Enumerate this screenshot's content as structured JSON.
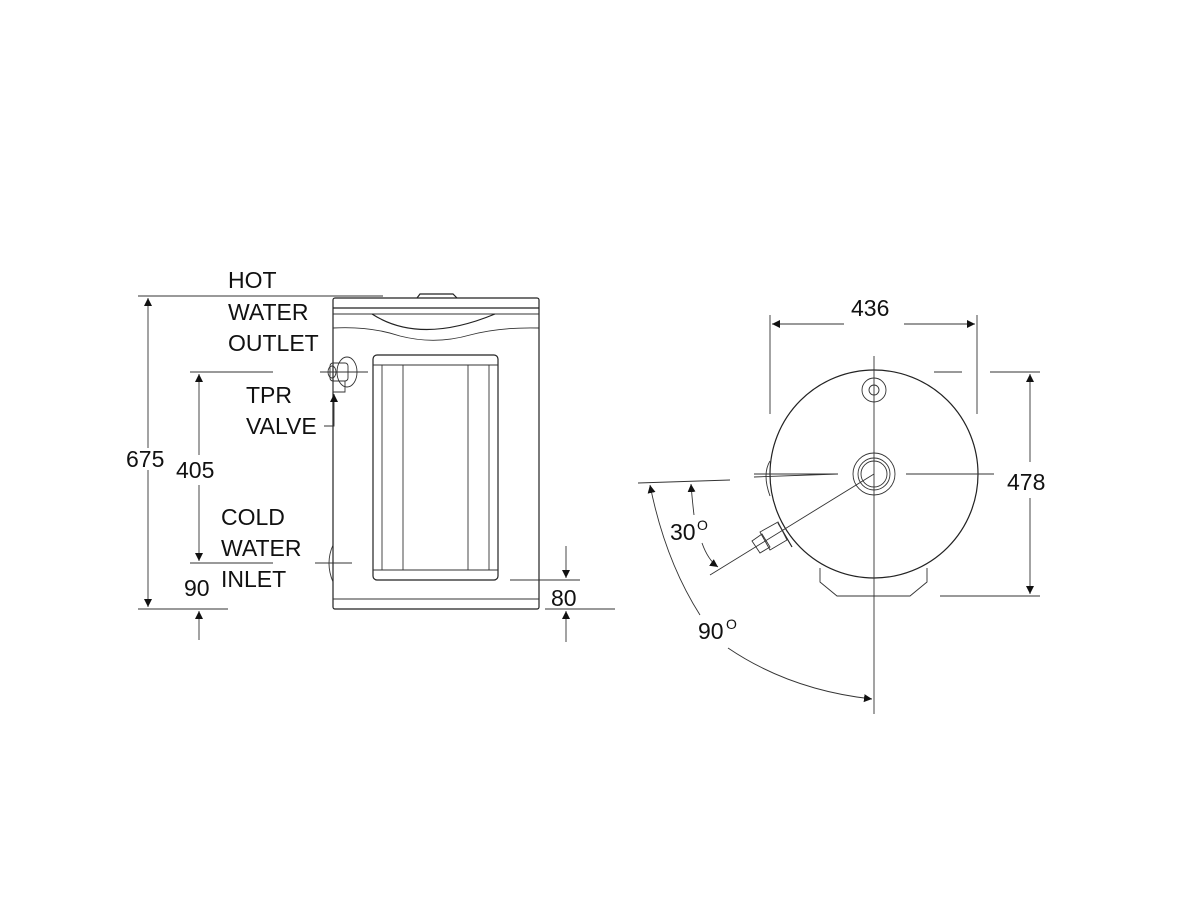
{
  "drawing": {
    "title": "Water heater dimension drawing",
    "side_view": {
      "labels": {
        "hot_water_outlet": [
          "HOT",
          "WATER",
          "OUTLET"
        ],
        "tpr_valve": [
          "TPR",
          "VALVE"
        ],
        "cold_water_inlet": [
          "COLD",
          "WATER",
          "INLET"
        ]
      },
      "dimensions": {
        "overall_height": "675",
        "tpr_height": "405",
        "cold_inlet_height": "90",
        "base_height": "80"
      }
    },
    "top_view": {
      "dimensions": {
        "diameter_width": "436",
        "depth": "478",
        "inlet_angle": "30",
        "quadrant_angle": "90",
        "degree_symbol": "O"
      }
    }
  },
  "colors": {
    "line": "#222222",
    "text": "#111111",
    "background": "#ffffff"
  }
}
